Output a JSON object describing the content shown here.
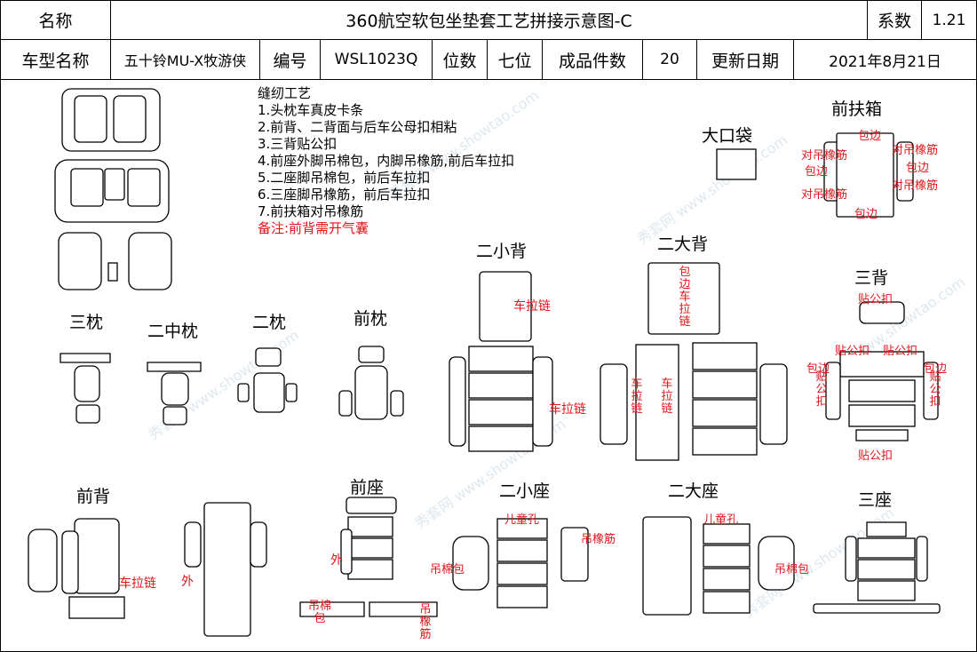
{
  "header": {
    "name_label": "名称",
    "title": "360航空软包坐垫套工艺拼接示意图-C",
    "coef_label": "系数",
    "coef_value": "1.21",
    "model_label": "车型名称",
    "model_value": "五十铃MU-X牧游侠",
    "code_label": "编号",
    "code_value": "WSL1023Q",
    "seats_label": "位数",
    "seats_value": "七位",
    "pieces_label": "成品件数",
    "pieces_value": "20",
    "date_label": "更新日期",
    "date_value": "2021年8月21日"
  },
  "process": {
    "title": "缝纫工艺",
    "steps": [
      "1.头枕车真皮卡条",
      "2.前背、二背面与后车公母扣相粘",
      "3.三背贴公扣",
      "4.前座外脚吊棉包，内脚吊橡筋,前后车拉扣",
      "5.二座脚吊棉包，前后车拉扣",
      "6.三座脚吊橡筋，前后车拉扣",
      "7.前扶箱对吊橡筋"
    ],
    "remark": "备注:前背需开气囊"
  },
  "parts": {
    "big_pocket": "大口袋",
    "front_armrest": "前扶箱",
    "rear2_small_back": "二小背",
    "rear2_big_back": "二大背",
    "rear3_back": "三背",
    "hr3": "三枕",
    "hr2_mid": "二中枕",
    "hr2": "二枕",
    "hr_front": "前枕",
    "front_back": "前背",
    "front_seat": "前座",
    "rear2_small_seat": "二小座",
    "rear2_big_seat": "二大座",
    "rear3_seat": "三座"
  },
  "annotations": {
    "bind_edge": "包边",
    "pair_elastic": "对吊橡筋",
    "zip": "车拉链",
    "edge_zip": "包边车拉链",
    "zip_v": "车拉链",
    "male_buckle": "贴公扣",
    "outer": "外",
    "hang_cotton": "吊棉包",
    "hang_elastic": "吊橡筋",
    "child_hole": "儿童孔"
  },
  "watermark": "秀套网 www.showtao.com"
}
